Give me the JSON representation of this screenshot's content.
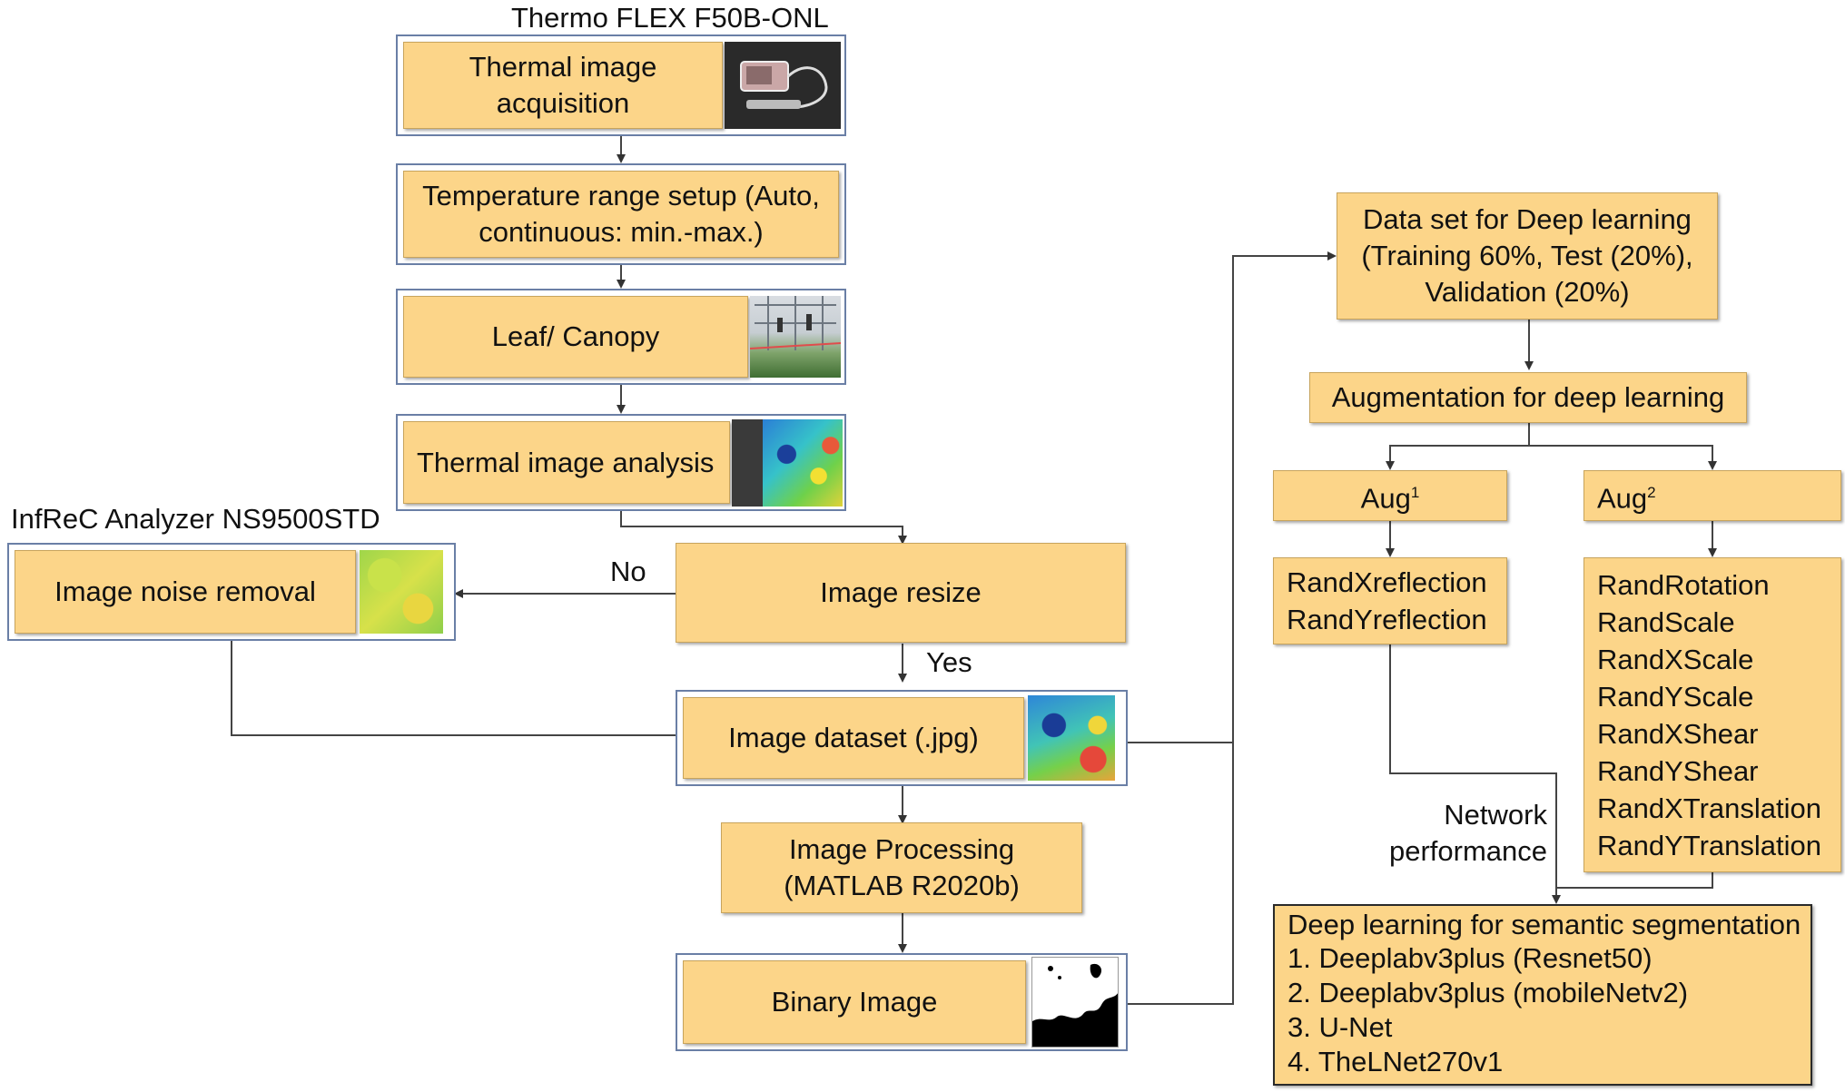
{
  "labels": {
    "camera": "Thermo FLEX F50B-ONL",
    "analyzer": "InfReC Analyzer NS9500STD",
    "no": "No",
    "yes": "Yes",
    "network_performance": [
      "Network",
      "performance"
    ]
  },
  "boxes": {
    "acquisition": [
      "Thermal image",
      "acquisition"
    ],
    "temperature": [
      "Temperature range setup (Auto,",
      "continuous: min.-max.)"
    ],
    "leaf": "Leaf/ Canopy",
    "analysis": "Thermal image analysis",
    "noise": "Image noise removal",
    "resize": "Image resize",
    "dataset": "Image dataset (.jpg)",
    "processing": [
      "Image Processing",
      "(MATLAB R2020b)"
    ],
    "binary": "Binary Image",
    "deep_data": [
      "Data set for Deep learning",
      "(Training 60%, Test (20%),",
      "Validation (20%)"
    ],
    "augmentation": "Augmentation for deep learning",
    "aug1": "Aug",
    "aug1_sup": "1",
    "aug2": "Aug",
    "aug2_sup": "2",
    "aug1_list": [
      "RandXreflection",
      "RandYreflection"
    ],
    "aug2_list": [
      "RandRotation",
      "RandScale",
      "RandXScale",
      "RandYScale",
      "RandXShear",
      "RandYShear",
      "RandXTranslation",
      "RandYTranslation"
    ],
    "semantic_title": "Deep learning for semantic segmentation",
    "semantic_list": [
      "1. Deeplabv3plus (Resnet50)",
      "2. Deeplabv3plus (mobileNetv2)",
      "3. U-Net",
      "4. TheLNet270v1"
    ]
  }
}
